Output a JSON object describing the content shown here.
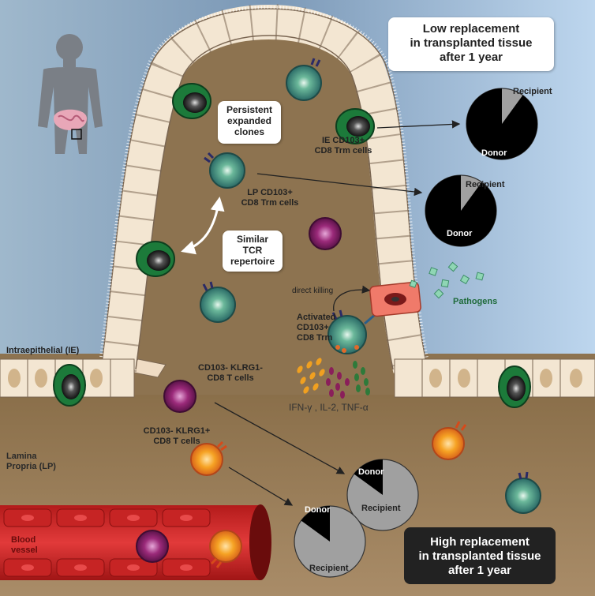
{
  "boxes": {
    "low": {
      "line1": "Low replacement",
      "line2": "in transplanted tissue",
      "line3": "after 1 year"
    },
    "high": {
      "line1": "High replacement",
      "line2": "in transplanted tissue",
      "line3": "after 1 year"
    },
    "persistent": {
      "line1": "Persistent",
      "line2": "expanded",
      "line3": "clones"
    },
    "similar": {
      "line1": "Similar",
      "line2": "TCR",
      "line3": "repertoire"
    }
  },
  "labels": {
    "ie_trm": {
      "line1": "IE CD103+",
      "line2": "CD8 Trm cells"
    },
    "lp_trm": {
      "line1": "LP CD103+",
      "line2": "CD8 Trm cells"
    },
    "activated": {
      "line1": "Activated",
      "line2": "CD103+",
      "line3": "CD8 Trm"
    },
    "direct_killing": "direct killing",
    "pathogens": "Pathogens",
    "cytokines": "IFN-γ , IL-2, TNF-α",
    "ie": "Intraepithelial (IE)",
    "klrg1_neg": {
      "line1": "CD103- KLRG1-",
      "line2": "CD8 T cells"
    },
    "klrg1_pos": {
      "line1": "CD103- KLRG1+",
      "line2": "CD8 T cells"
    },
    "lp": {
      "line1": "Lamina",
      "line2": "Propria (LP)"
    },
    "vessel": {
      "line1": "Blood",
      "line2": "vessel"
    }
  },
  "colors": {
    "donor": "#000000",
    "recipient": "#a0a0a0"
  },
  "chart_data": [
    {
      "type": "pie",
      "categories": [
        "Donor",
        "Recipient"
      ],
      "values": [
        0.9,
        0.1
      ],
      "labels": [
        "Donor",
        "Recipient"
      ]
    },
    {
      "type": "pie",
      "categories": [
        "Donor",
        "Recipient"
      ],
      "values": [
        0.9,
        0.1
      ],
      "labels": [
        "Donor",
        "Recipient"
      ]
    },
    {
      "type": "pie",
      "categories": [
        "Donor",
        "Recipient"
      ],
      "values": [
        0.15,
        0.85
      ],
      "labels": [
        "Donor",
        "Recipient"
      ]
    },
    {
      "type": "pie",
      "categories": [
        "Donor",
        "Recipient"
      ],
      "values": [
        0.15,
        0.85
      ],
      "labels": [
        "Donor",
        "Recipient"
      ]
    }
  ]
}
